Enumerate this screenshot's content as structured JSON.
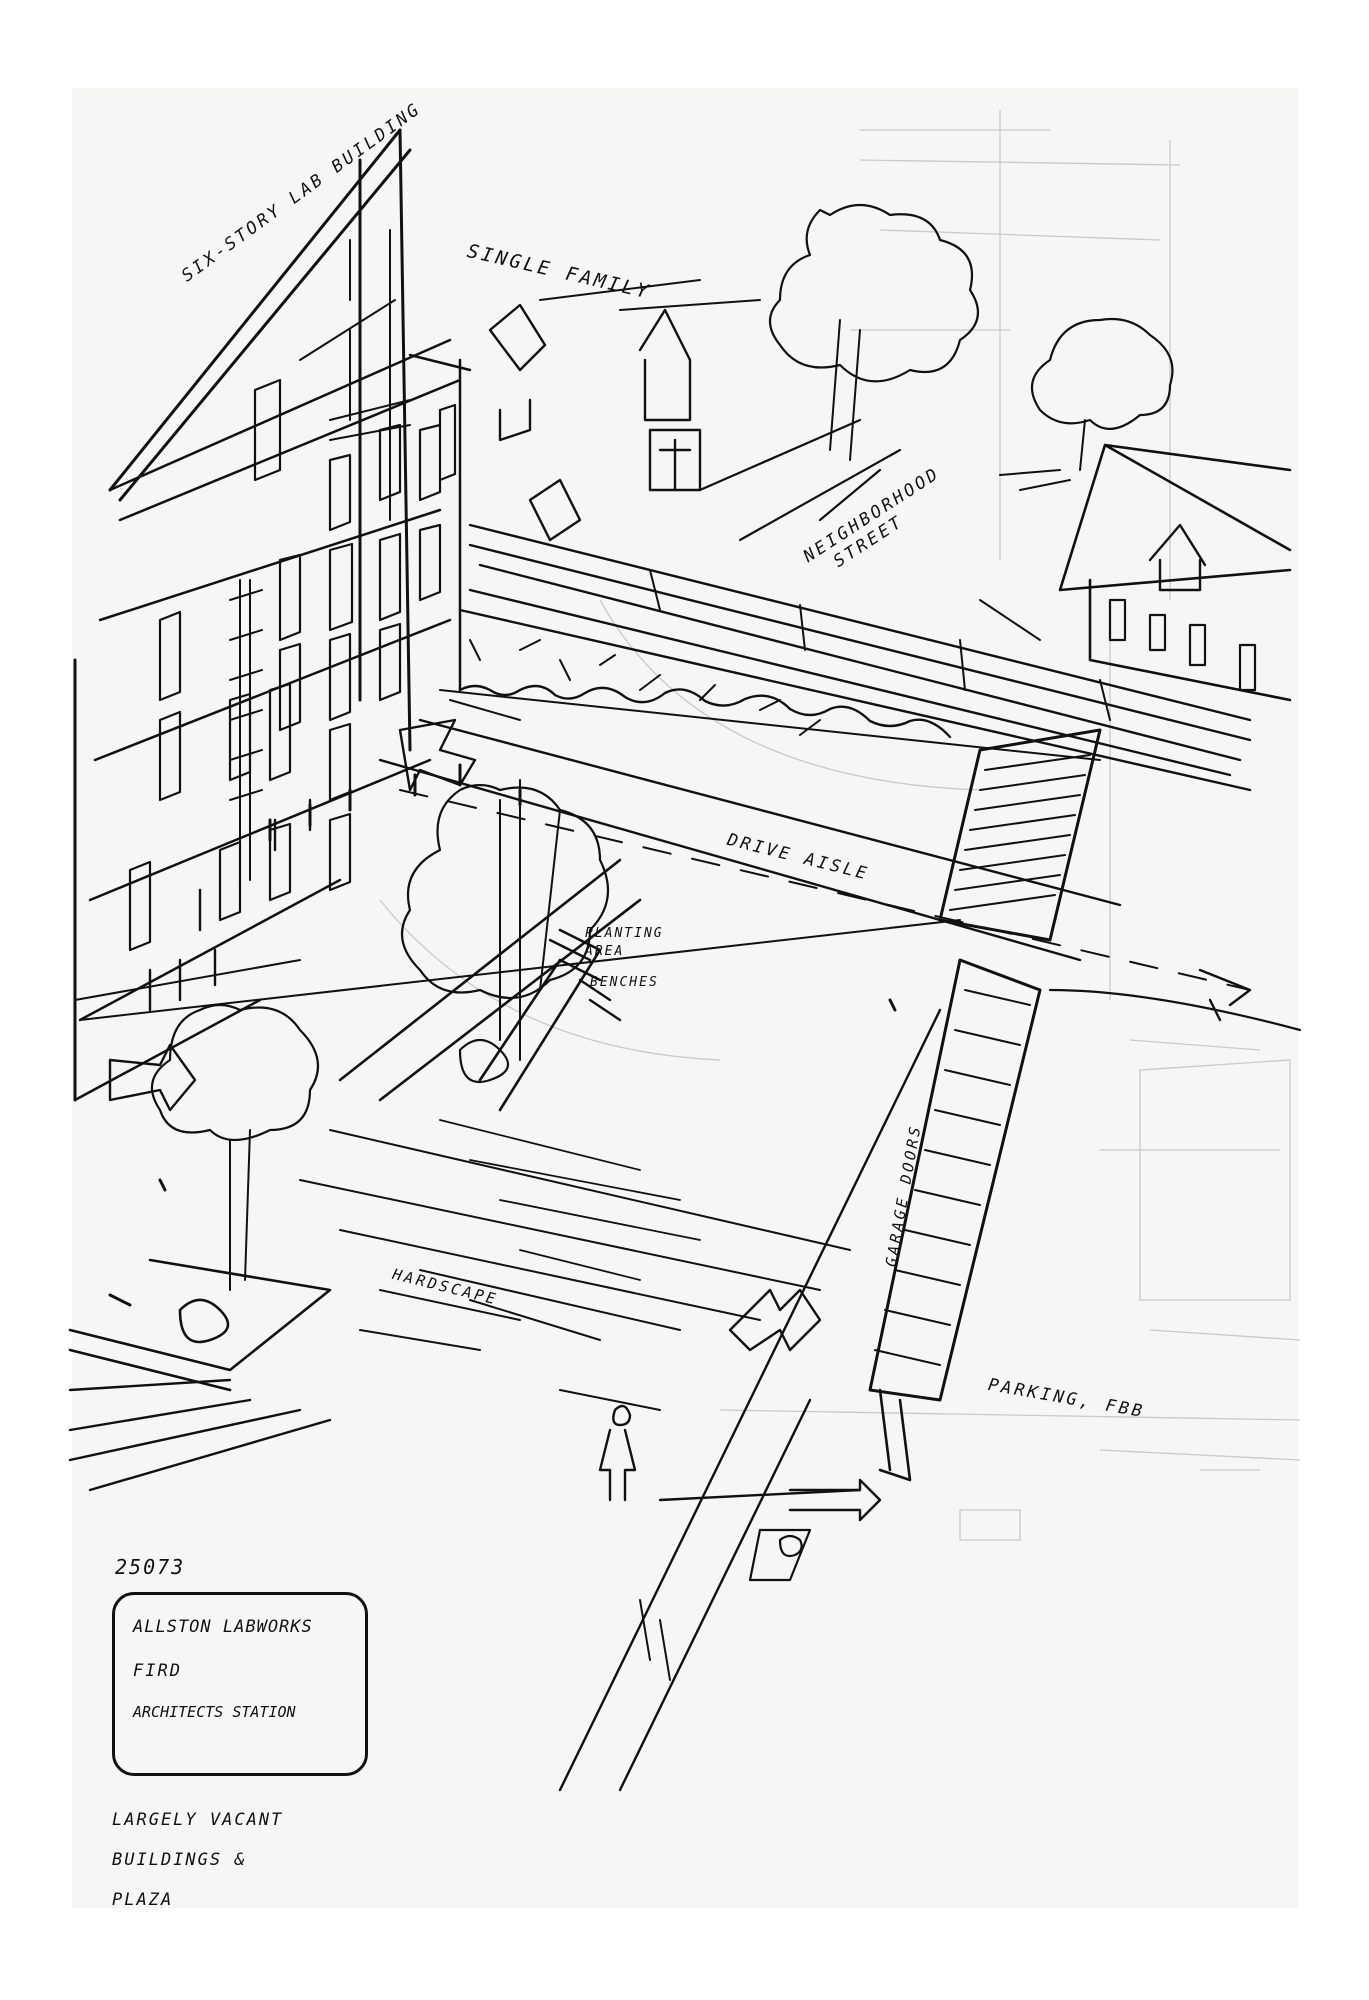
{
  "labels": {
    "six_story": "SIX-STORY LAB BUILDING",
    "single_family": "SINGLE FAMILY",
    "neighborhood": "NEIGHBORHOOD",
    "street": "STREET",
    "drive_aisle": "DRIVE AISLE",
    "planting_area": "PLANTING AREA",
    "benches": "BENCHES",
    "hardscape": "HARDSCAPE",
    "garage_doors": "GARAGE DOORS",
    "parking": "PARKING, FBB"
  },
  "title_block": {
    "number": "25073",
    "line1": "ALLSTON LABWORKS",
    "line2": "FIRD",
    "line3": "ARCHITECTS STATION",
    "note1": "LARGELY VACANT",
    "note2": "BUILDINGS &",
    "note3": "PLAZA"
  }
}
